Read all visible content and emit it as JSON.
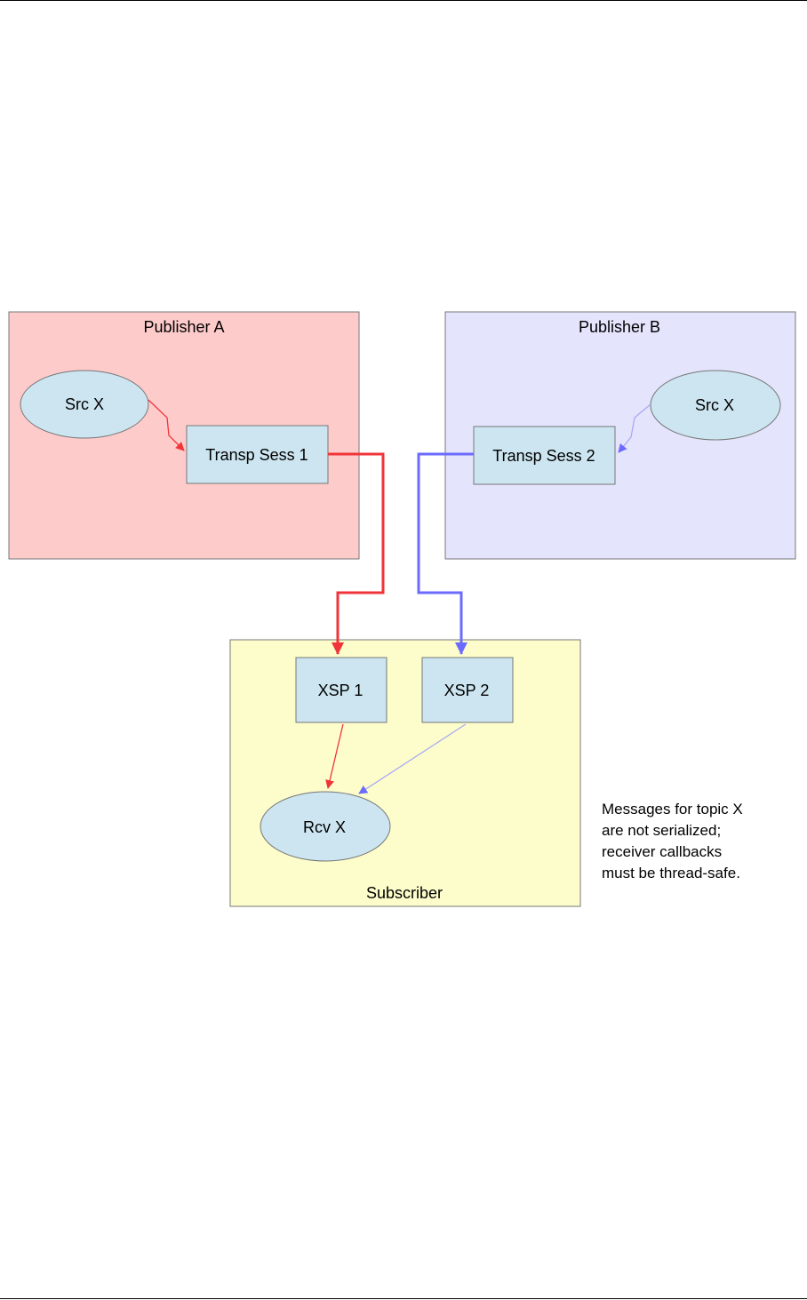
{
  "publisher_a": {
    "title": "Publisher A",
    "source": "Src X",
    "transport": "Transp Sess 1"
  },
  "publisher_b": {
    "title": "Publisher B",
    "source": "Src X",
    "transport": "Transp Sess 2"
  },
  "subscriber": {
    "title": "Subscriber",
    "xsp1": "XSP 1",
    "xsp2": "XSP 2",
    "receiver": "Rcv X"
  },
  "note": {
    "lines": [
      "Messages for topic X",
      "are not serialized;",
      "receiver callbacks",
      "must be thread-safe."
    ]
  },
  "colors": {
    "publisher_a_fill": "#fecbcb",
    "publisher_b_fill": "#e4e4fd",
    "subscriber_fill": "#fdfdcb",
    "node_fill": "#cce5f0",
    "red_flow": "#f0353a",
    "blue_flow": "#6b6bff",
    "blue_flow_light": "#a9a9f5"
  }
}
